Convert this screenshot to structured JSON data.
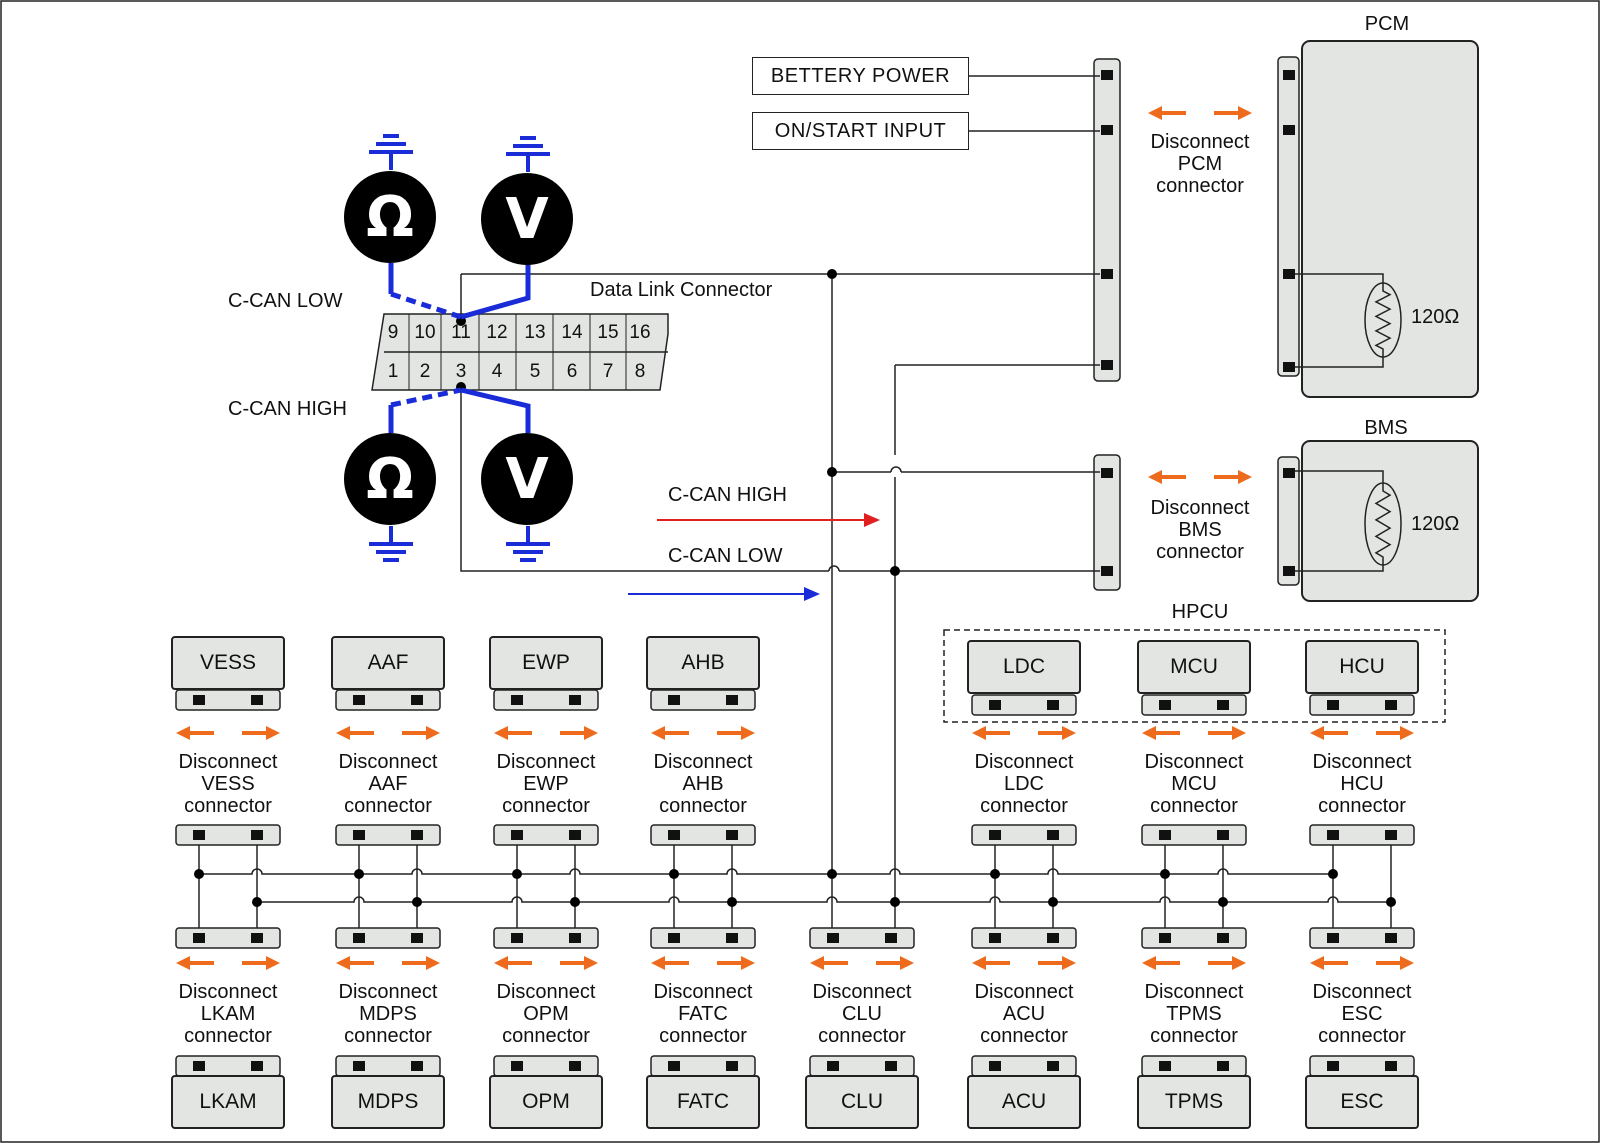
{
  "inputs": {
    "battery_power": "BETTERY POWER",
    "on_start_input": "ON/START INPUT"
  },
  "dlc": {
    "title": "Data Link Connector",
    "top_pins": [
      "9",
      "10",
      "11",
      "12",
      "13",
      "14",
      "15",
      "16"
    ],
    "bottom_pins": [
      "1",
      "2",
      "3",
      "4",
      "5",
      "6",
      "7",
      "8"
    ],
    "label_low": "C-CAN LOW",
    "label_high": "C-CAN HIGH"
  },
  "meters": {
    "ohm_symbol": "Ω",
    "volt_symbol": "V"
  },
  "legend": {
    "high": "C-CAN HIGH",
    "low": "C-CAN LOW",
    "high_color": "#e02020",
    "low_color": "#1a2bd8"
  },
  "pcm": {
    "name": "PCM",
    "resistor": "120Ω",
    "disconnect": [
      "Disconnect",
      "PCM",
      "connector"
    ]
  },
  "bms": {
    "name": "BMS",
    "resistor": "120Ω",
    "disconnect": [
      "Disconnect",
      "BMS",
      "connector"
    ]
  },
  "hpcu": {
    "title": "HPCU"
  },
  "top_modules": [
    {
      "name": "VESS",
      "disconnect": [
        "Disconnect",
        "VESS",
        "connector"
      ]
    },
    {
      "name": "AAF",
      "disconnect": [
        "Disconnect",
        "AAF",
        "connector"
      ]
    },
    {
      "name": "EWP",
      "disconnect": [
        "Disconnect",
        "EWP",
        "connector"
      ]
    },
    {
      "name": "AHB",
      "disconnect": [
        "Disconnect",
        "AHB",
        "connector"
      ]
    },
    {
      "name": "LDC",
      "disconnect": [
        "Disconnect",
        "LDC",
        "connector"
      ]
    },
    {
      "name": "MCU",
      "disconnect": [
        "Disconnect",
        "MCU",
        "connector"
      ]
    },
    {
      "name": "HCU",
      "disconnect": [
        "Disconnect",
        "HCU",
        "connector"
      ]
    }
  ],
  "bottom_modules": [
    {
      "name": "LKAM",
      "disconnect": [
        "Disconnect",
        "LKAM",
        "connector"
      ]
    },
    {
      "name": "MDPS",
      "disconnect": [
        "Disconnect",
        "MDPS",
        "connector"
      ]
    },
    {
      "name": "OPM",
      "disconnect": [
        "Disconnect",
        "OPM",
        "connector"
      ]
    },
    {
      "name": "FATC",
      "disconnect": [
        "Disconnect",
        "FATC",
        "connector"
      ]
    },
    {
      "name": "CLU",
      "disconnect": [
        "Disconnect",
        "CLU",
        "connector"
      ]
    },
    {
      "name": "ACU",
      "disconnect": [
        "Disconnect",
        "ACU",
        "connector"
      ]
    },
    {
      "name": "TPMS",
      "disconnect": [
        "Disconnect",
        "TPMS",
        "connector"
      ]
    },
    {
      "name": "ESC",
      "disconnect": [
        "Disconnect",
        "ESC",
        "connector"
      ]
    }
  ],
  "colors": {
    "probe": "#1a2bd8",
    "arrow": "#ee6a1c",
    "connector_fill": "#e3e5e3"
  }
}
